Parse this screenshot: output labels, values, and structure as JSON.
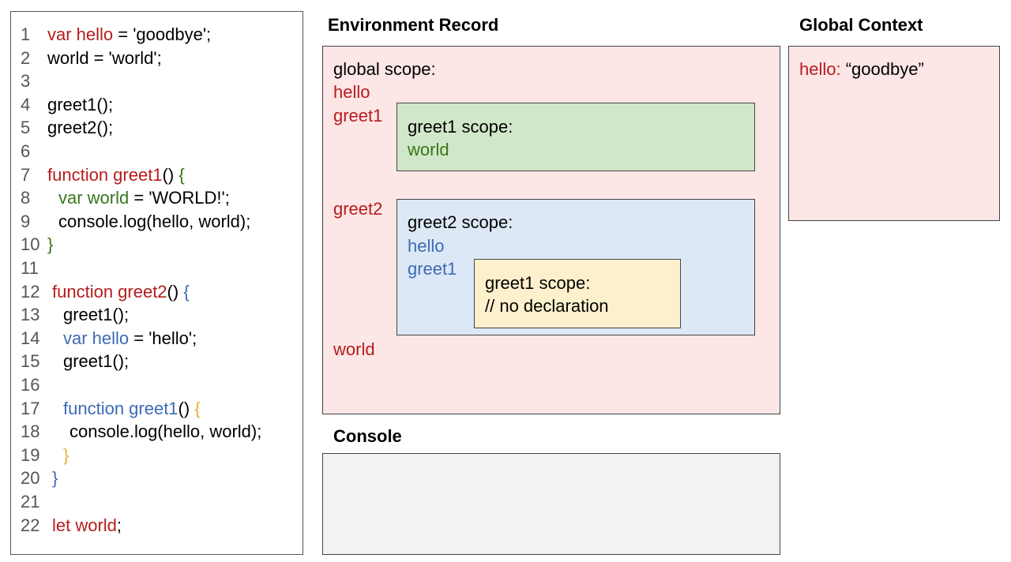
{
  "colors": {
    "keyword_red": "#b71c1c",
    "green": "#38761d",
    "blue": "#3c6bb5",
    "gold": "#e0b530",
    "env_bg": "#fde6e6",
    "greet1_bg": "#d1e7c9",
    "greet2_bg": "#dde8f7",
    "inner_bg": "#fdf0cc",
    "global_bg": "#fde6e6",
    "console_bg": "#f2f2f2"
  },
  "code": {
    "lines": [
      {
        "n": "1",
        "indent": 0,
        "tokens": [
          {
            "t": "var hello",
            "c": "red"
          },
          {
            "t": " = 'goodbye';",
            "c": "black"
          }
        ]
      },
      {
        "n": "2",
        "indent": 0,
        "tokens": [
          {
            "t": "world = 'world';",
            "c": "black"
          }
        ]
      },
      {
        "n": "3",
        "indent": 0,
        "tokens": []
      },
      {
        "n": "4",
        "indent": 0,
        "tokens": [
          {
            "t": "greet1();",
            "c": "black"
          }
        ]
      },
      {
        "n": "5",
        "indent": 0,
        "tokens": [
          {
            "t": "greet2();",
            "c": "black"
          }
        ]
      },
      {
        "n": "6",
        "indent": 0,
        "tokens": []
      },
      {
        "n": "7",
        "indent": 0,
        "tokens": [
          {
            "t": "function greet1",
            "c": "red"
          },
          {
            "t": "() ",
            "c": "black"
          },
          {
            "t": "{",
            "c": "green"
          }
        ]
      },
      {
        "n": "8",
        "indent": 14,
        "tokens": [
          {
            "t": "var world",
            "c": "green"
          },
          {
            "t": " = 'WORLD!';",
            "c": "black"
          }
        ]
      },
      {
        "n": "9",
        "indent": 14,
        "tokens": [
          {
            "t": "console.log(hello, world);",
            "c": "black"
          }
        ]
      },
      {
        "n": "10",
        "indent": 0,
        "tokens": [
          {
            "t": "}",
            "c": "green"
          }
        ]
      },
      {
        "n": "11",
        "indent": 0,
        "tokens": []
      },
      {
        "n": "12",
        "indent": 6,
        "tokens": [
          {
            "t": "function greet2",
            "c": "red"
          },
          {
            "t": "() ",
            "c": "black"
          },
          {
            "t": "{",
            "c": "blue"
          }
        ]
      },
      {
        "n": "13",
        "indent": 20,
        "tokens": [
          {
            "t": "greet1();",
            "c": "black"
          }
        ]
      },
      {
        "n": "14",
        "indent": 20,
        "tokens": [
          {
            "t": "var hello",
            "c": "blue"
          },
          {
            "t": " = 'hello';",
            "c": "black"
          }
        ]
      },
      {
        "n": "15",
        "indent": 20,
        "tokens": [
          {
            "t": "greet1();",
            "c": "black"
          }
        ]
      },
      {
        "n": "16",
        "indent": 0,
        "tokens": []
      },
      {
        "n": "17",
        "indent": 20,
        "tokens": [
          {
            "t": "function greet1",
            "c": "blue"
          },
          {
            "t": "() ",
            "c": "black"
          },
          {
            "t": "{",
            "c": "gold"
          }
        ]
      },
      {
        "n": "18",
        "indent": 28,
        "tokens": [
          {
            "t": "console.log(hello, world);",
            "c": "black"
          }
        ]
      },
      {
        "n": "19",
        "indent": 20,
        "tokens": [
          {
            "t": "}",
            "c": "gold"
          }
        ]
      },
      {
        "n": "20",
        "indent": 6,
        "tokens": [
          {
            "t": "}",
            "c": "blue"
          }
        ]
      },
      {
        "n": "21",
        "indent": 0,
        "tokens": []
      },
      {
        "n": "22",
        "indent": 6,
        "tokens": [
          {
            "t": "let world",
            "c": "red"
          },
          {
            "t": ";",
            "c": "black"
          }
        ]
      }
    ]
  },
  "environment": {
    "title": "Environment Record",
    "global_scope_label": "global scope:",
    "global_vars": [
      "hello",
      "greet1",
      "greet2",
      "world"
    ],
    "greet1_scope": {
      "label": "greet1 scope:",
      "vars": [
        "world"
      ]
    },
    "greet2_scope": {
      "label": "greet2 scope:",
      "vars": [
        "hello",
        "greet1"
      ],
      "inner": {
        "label": "greet1 scope:",
        "note": "// no declaration"
      }
    }
  },
  "global_context": {
    "title": "Global Context",
    "entry_key": "hello:",
    "entry_value": "“goodbye”"
  },
  "console": {
    "title": "Console"
  }
}
